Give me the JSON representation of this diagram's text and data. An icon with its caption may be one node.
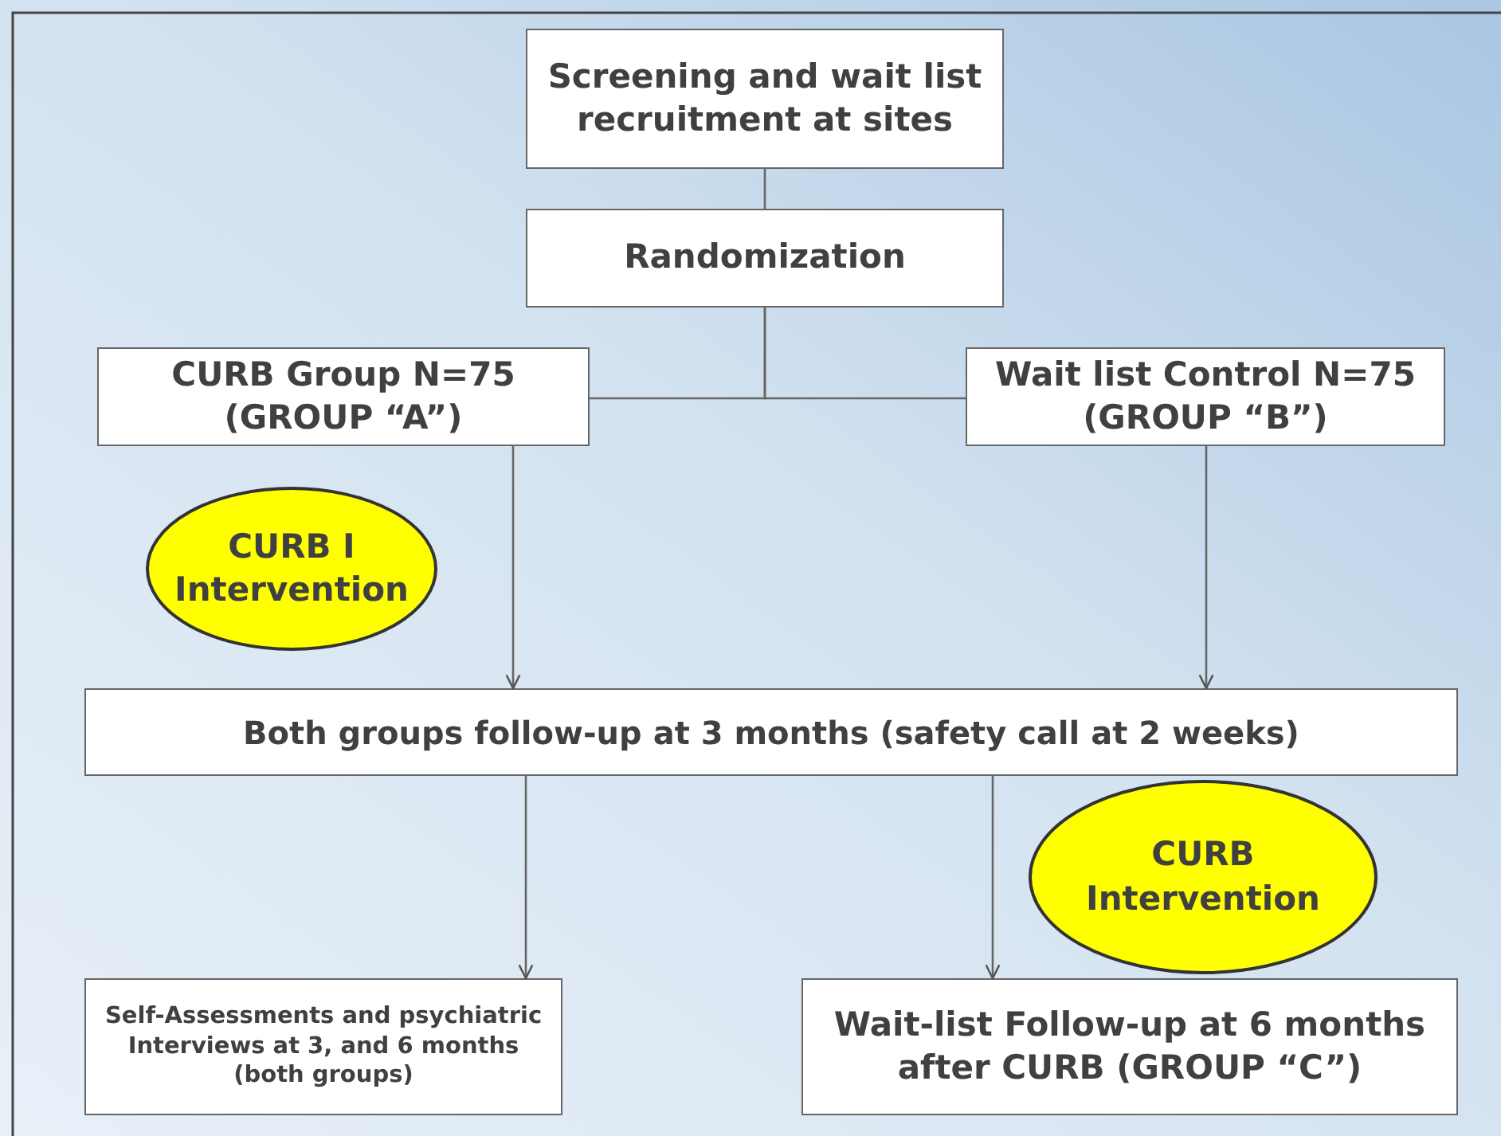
{
  "diagram": {
    "nodes": [
      {
        "text": [
          "Screening and wait list recruitment at sites"
        ]
      },
      {
        "text": [
          "Randomization"
        ]
      },
      {
        "text": [
          "CURB Group N=75 (GROUP “A”)"
        ]
      },
      {
        "text": [
          "Wait list Control N=75 (GROUP “B”)"
        ]
      },
      {
        "text": [
          "CURB I Intervention"
        ]
      },
      {
        "text": [
          "Both groups follow-up at  3  months (safety call at 2 weeks)"
        ]
      },
      {
        "text": [
          "CURB Intervention"
        ]
      },
      {
        "text": [
          "Self-Assessments and psychiatric Interviews at  3,  and 6  months (both groups)"
        ]
      },
      {
        "text": [
          "Wait-list Follow-up at 6 months after CURB (GROUP “C”)"
        ]
      }
    ],
    "edges": [
      {
        "from": 0,
        "to": 1,
        "arrow": "none"
      },
      {
        "from": 1,
        "to": 2,
        "arrow": "none"
      },
      {
        "from": 1,
        "to": 3,
        "arrow": "none"
      },
      {
        "from": 2,
        "to": 5,
        "arrow": "to"
      },
      {
        "from": 3,
        "to": 5,
        "arrow": "to"
      },
      {
        "from": 5,
        "to": 7,
        "arrow": "to"
      },
      {
        "from": 5,
        "to": 8,
        "arrow": "to"
      }
    ]
  }
}
